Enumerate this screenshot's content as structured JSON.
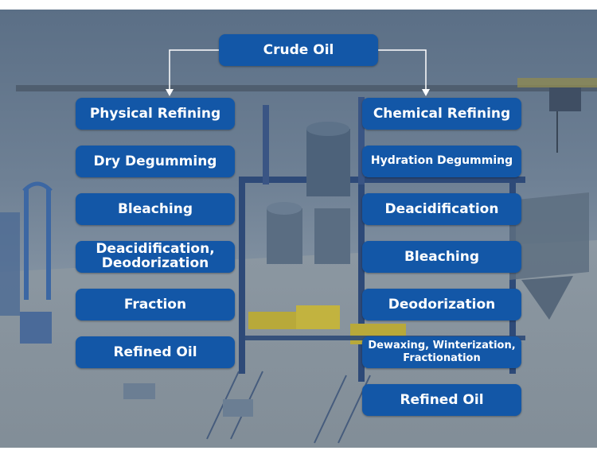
{
  "diagram": {
    "root": "Crude Oil",
    "left_branch": [
      "Physical Refining",
      "Dry Degumming",
      "Bleaching",
      "Deacidification,\nDeodorization",
      "Fraction",
      "Refined Oil"
    ],
    "right_branch": [
      "Chemical Refining",
      "Hydration Degumming",
      "Deacidification",
      "Bleaching",
      "Deodorization",
      "Dewaxing, Winterization,\nFractionation",
      "Refined Oil"
    ]
  },
  "colors": {
    "node_fill": "#1357a7",
    "node_text": "#ffffff",
    "connector": "#ffffff",
    "background_tint": "#6f8195"
  }
}
